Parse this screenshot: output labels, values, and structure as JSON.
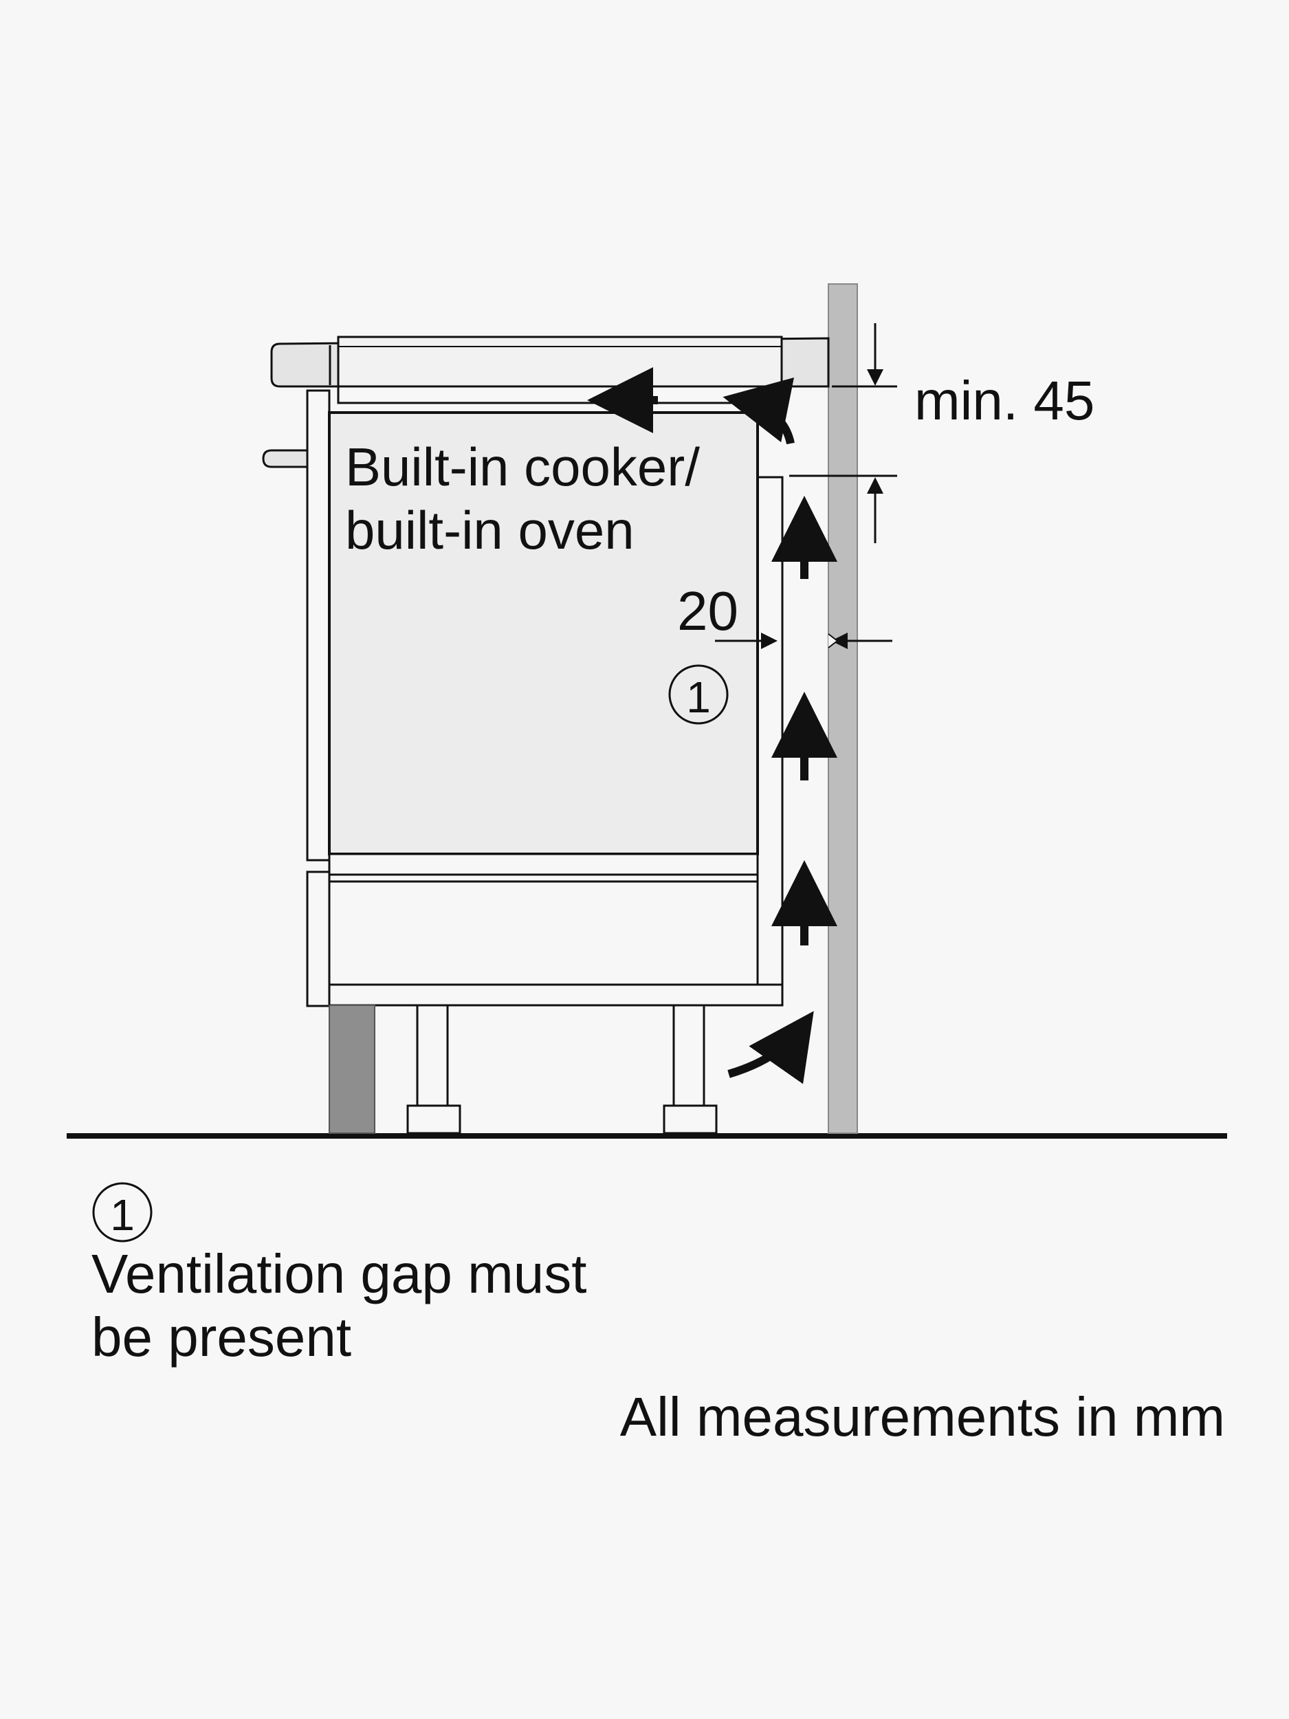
{
  "appliance_label": {
    "line1": "Built-in cooker/",
    "line2": "built-in oven"
  },
  "dimensions": {
    "top_gap": "min. 45",
    "side_gap": "20"
  },
  "callout_marker": "1",
  "legend": {
    "marker": "1",
    "line1": "Ventilation gap must",
    "line2": "be present"
  },
  "units_note": "All measurements in mm",
  "colors": {
    "background": "#f7f7f7",
    "appliance_fill": "#ececec",
    "wall": "#bdbdbd",
    "plinth": "#8e8e8e",
    "line": "#111111"
  }
}
